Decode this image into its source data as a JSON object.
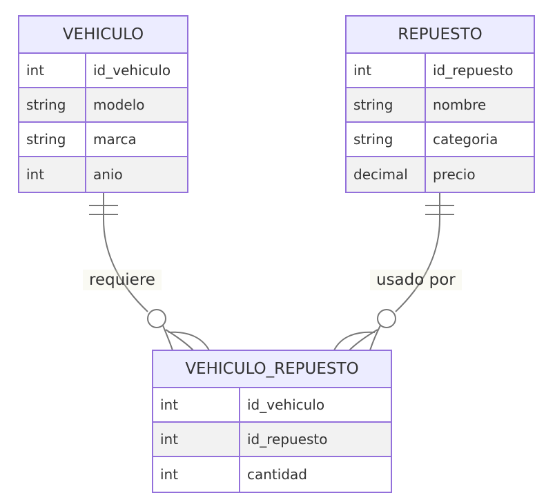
{
  "entities": {
    "vehiculo": {
      "name": "VEHICULO",
      "attributes": [
        {
          "type": "int",
          "name": "id_vehiculo"
        },
        {
          "type": "string",
          "name": "modelo"
        },
        {
          "type": "string",
          "name": "marca"
        },
        {
          "type": "int",
          "name": "anio"
        }
      ]
    },
    "repuesto": {
      "name": "REPUESTO",
      "attributes": [
        {
          "type": "int",
          "name": "id_repuesto"
        },
        {
          "type": "string",
          "name": "nombre"
        },
        {
          "type": "string",
          "name": "categoria"
        },
        {
          "type": "decimal",
          "name": "precio"
        }
      ]
    },
    "vehiculo_repuesto": {
      "name": "VEHICULO_REPUESTO",
      "attributes": [
        {
          "type": "int",
          "name": "id_vehiculo"
        },
        {
          "type": "int",
          "name": "id_repuesto"
        },
        {
          "type": "int",
          "name": "cantidad"
        }
      ]
    }
  },
  "relationships": [
    {
      "from": "VEHICULO",
      "to": "VEHICULO_REPUESTO",
      "label": "requiere",
      "from_cardinality": "exactly-one",
      "to_cardinality": "zero-or-more"
    },
    {
      "from": "REPUESTO",
      "to": "VEHICULO_REPUESTO",
      "label": "usado por",
      "from_cardinality": "exactly-one",
      "to_cardinality": "zero-or-more"
    }
  ],
  "colors": {
    "border": "#9370DB",
    "header_background": "#ECECFF",
    "row_alt_background": "#f2f2f2",
    "line": "#777777",
    "text": "#333333"
  }
}
